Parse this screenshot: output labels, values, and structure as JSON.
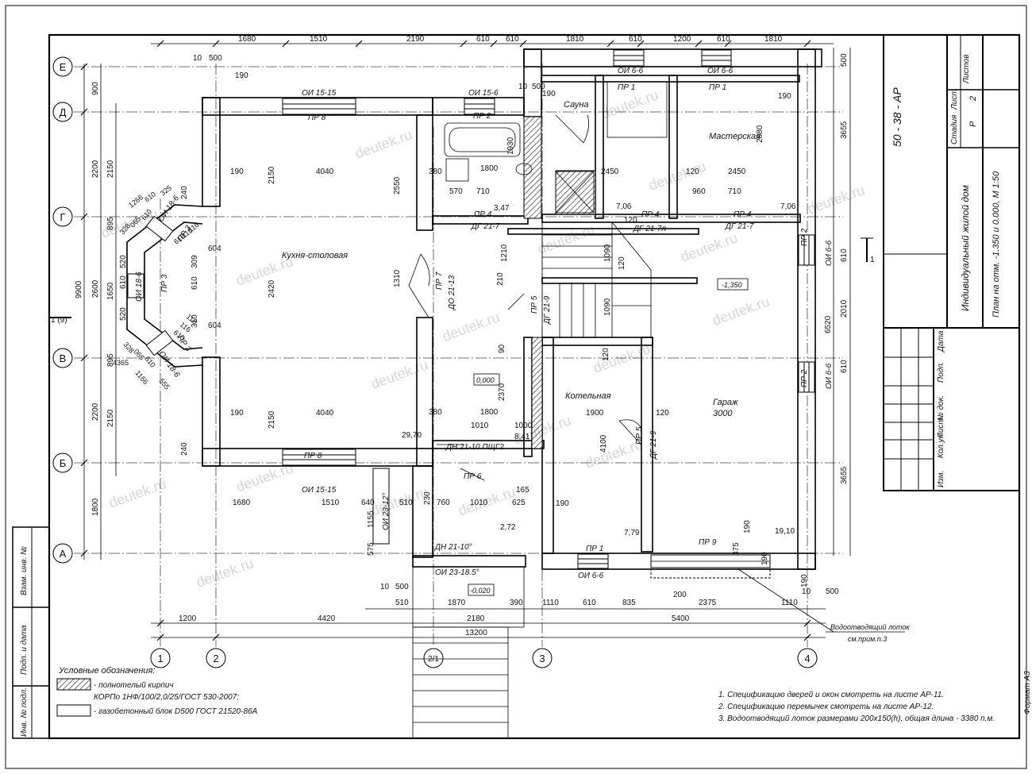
{
  "drawing": {
    "code": "50 - 38 - АР",
    "title": "Индивидуальный жилой дом",
    "plan_caption": "План на отм. -1.350 и 0.000, М 1:50",
    "stage_label": "Стадия",
    "sheet_label": "Лист",
    "sheets_label": "Листов",
    "stage": "Р",
    "sheet": "2",
    "format_label": "Формат А3",
    "rev_headers": [
      "Изм.",
      "Кол.уч",
      "Лист",
      "№ док.",
      "Подп.",
      "Дата"
    ],
    "side_stamp": [
      "Взам. инв. №",
      "Подп. и дата",
      "Инв. № подл."
    ]
  },
  "axes": {
    "letters": [
      "Е",
      "Д",
      "Г",
      "В",
      "Б",
      "А"
    ],
    "numbers": [
      "1",
      "2",
      "2/1",
      "3",
      "4"
    ],
    "section_mark": "1",
    "section_mark_left": "1 (9)"
  },
  "rooms": {
    "kitchen": "Кухня-столовая",
    "sauna": "Сауна",
    "workshop": "Мастерская",
    "boiler": "Котельная",
    "garage": "Гараж",
    "garage_size": "3000"
  },
  "levels": [
    "-1,350",
    "0,000",
    "-0,020"
  ],
  "dims_top": [
    "1680",
    "1510",
    "2190",
    "610",
    "610",
    "1810",
    "610",
    "1200",
    "610",
    "1810",
    "10",
    "500",
    "10",
    "500",
    "190",
    "190"
  ],
  "dims_bottom": [
    "1200",
    "4420",
    "5400",
    "13200",
    "2180",
    "510",
    "1870",
    "390",
    "1110",
    "610",
    "835",
    "2375",
    "200",
    "1110",
    "10",
    "500",
    "10",
    "500"
  ],
  "dims_left": [
    "900",
    "2200",
    "2150",
    "895",
    "2600",
    "520",
    "610",
    "1650",
    "520",
    "895",
    "2200",
    "2150",
    "1800",
    "9900"
  ],
  "dims_right": [
    "500",
    "3655",
    "2010",
    "610",
    "6520",
    "610",
    "3655",
    "190"
  ],
  "dims_inner": [
    "4040",
    "2150",
    "2420",
    "2150",
    "4040",
    "190",
    "190",
    "2550",
    "1310",
    "1210",
    "1800",
    "380",
    "1800",
    "380",
    "570",
    "710",
    "3,47",
    "2450",
    "2450",
    "120",
    "960",
    "710",
    "7,06",
    "7,06",
    "2880",
    "190",
    "1930",
    "120",
    "210",
    "1090",
    "1090",
    "120",
    "120",
    "90",
    "2370",
    "1010",
    "1000",
    "8,41",
    "29,70",
    "1900",
    "120",
    "4100",
    "190",
    "7,79",
    "19,10",
    "190",
    "375",
    "190",
    "1010",
    "625",
    "165",
    "760",
    "230",
    "510",
    "640",
    "1155",
    "575",
    "2,72",
    "1510",
    "1680",
    "240",
    "240",
    "604",
    "604",
    "309",
    "310",
    "610"
  ],
  "elements": [
    "ОИ 15-15",
    "ОИ 15-6",
    "ОИ 6-6",
    "ОИ 6-6",
    "ПР 8",
    "ПР 2",
    "ПР 1",
    "ПР 1",
    "ПР 4",
    "ДГ 21-7",
    "ПР 4",
    "ДГ 21-7л",
    "ПР 4",
    "ДГ 21-7",
    "ПР 7",
    "ДО 21-13",
    "ПР 5",
    "ДГ 21-9",
    "ПР 3",
    "ОИ 18-6",
    "ПР 3",
    "ОИ 18-6",
    "ПР 3",
    "ОИ 18-6",
    "ПР 2",
    "ОИ 6-6",
    "ПР 2",
    "ОИ 6-6",
    "ПР 5",
    "ДГ 21-9",
    "ПР 8",
    "ОИ 15-15",
    "ДН 21-10 ПЩГ2",
    "ПР 6",
    "ОИ 23-12°",
    "ДН 21-10°",
    "ОИ 23-18.5°",
    "ПР 1",
    "ОИ 6-6",
    "ПР 9"
  ],
  "diag_dims": [
    "1266",
    "610",
    "325",
    "328",
    "065",
    "610",
    "328",
    "065",
    "610",
    "116",
    "610",
    "116",
    "116",
    "610",
    "116",
    "4365",
    "1166",
    "555"
  ],
  "trench_callout": [
    "Водоотводящий лоток",
    "см.прим.п.3"
  ],
  "legend": {
    "title": "Условные обозначения:",
    "brick_line1": "- полнотелый кирпич",
    "brick_line2": "КОРПо 1НФ/100/2,0/25/ГОСТ 530-2007;",
    "aerated": "- газобетонный блок D500 ГОСТ 21520-86А"
  },
  "notes": [
    "1. Спецификацию дверей и окон смотреть на листе АР-11.",
    "2. Спецификацию перемычек смотреть на листе АР-12.",
    "3. Водоотводящий лоток размерами 200х150(h), общая длина - 3380 п.м."
  ],
  "watermark": "deutek.ru"
}
